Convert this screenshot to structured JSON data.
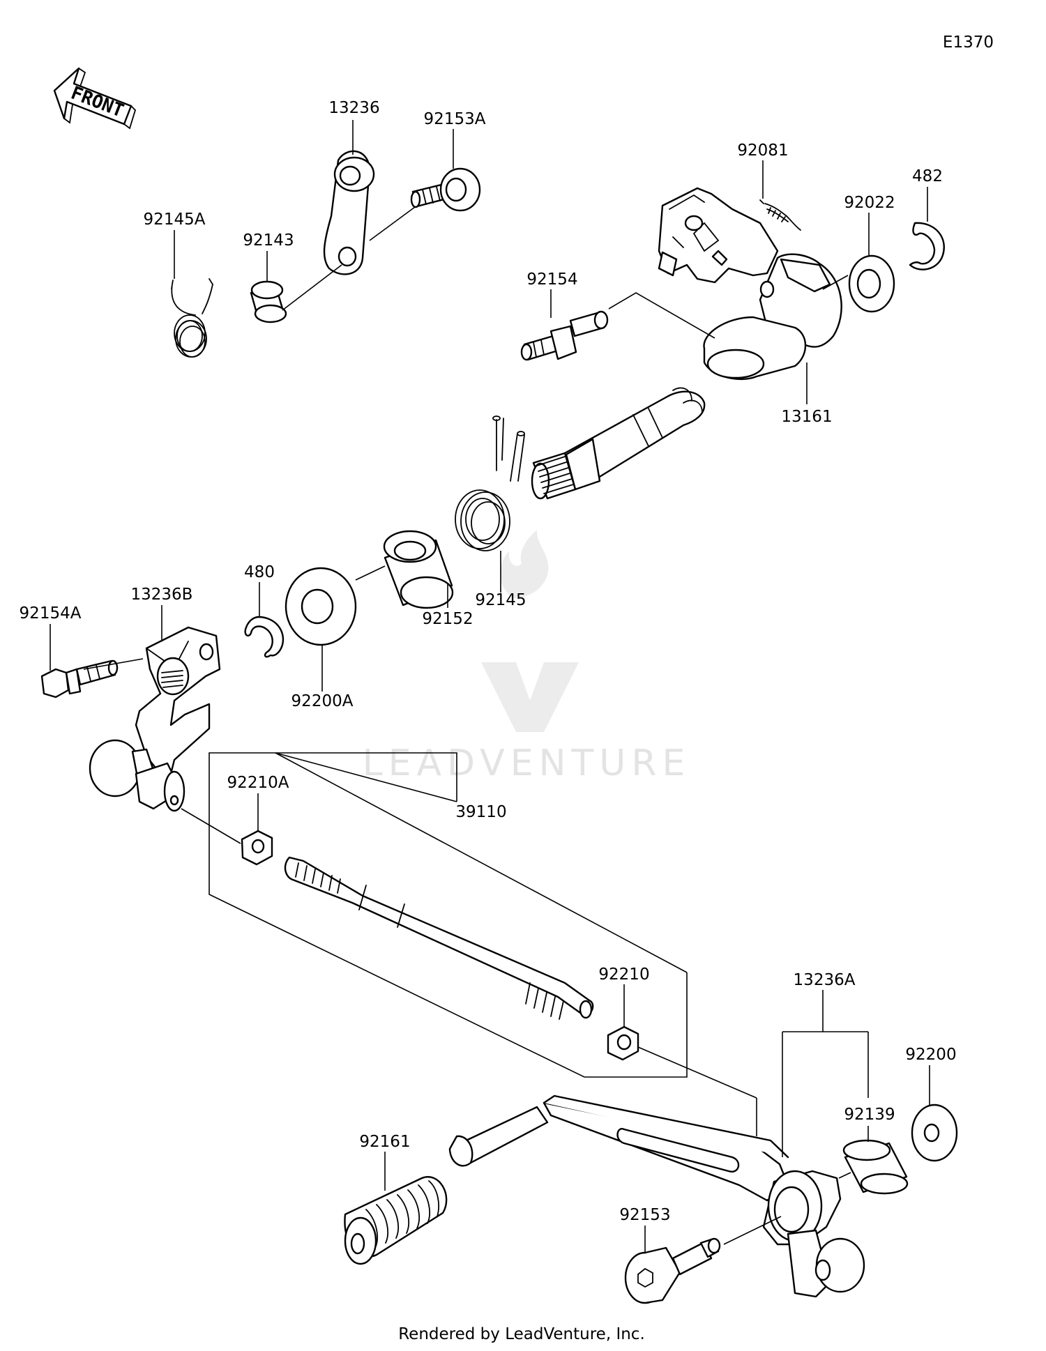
{
  "diagram_code": "E1370",
  "front_indicator": "FRONT",
  "watermark": "LEADVENTURE",
  "footer": "Rendered by LeadVenture, Inc.",
  "part_labels": {
    "p13236": "13236",
    "p92153A": "92153A",
    "p92145A": "92145A",
    "p92143": "92143",
    "p92081": "92081",
    "p482": "482",
    "p92022": "92022",
    "p92154": "92154",
    "p13161": "13161",
    "p480": "480",
    "p13236B": "13236B",
    "p92154A": "92154A",
    "p92152": "92152",
    "p92145": "92145",
    "p92200A": "92200A",
    "p92210A": "92210A",
    "p39110": "39110",
    "p92210": "92210",
    "p13236A": "13236A",
    "p92200": "92200",
    "p92139": "92139",
    "p92161": "92161",
    "p92153": "92153"
  }
}
